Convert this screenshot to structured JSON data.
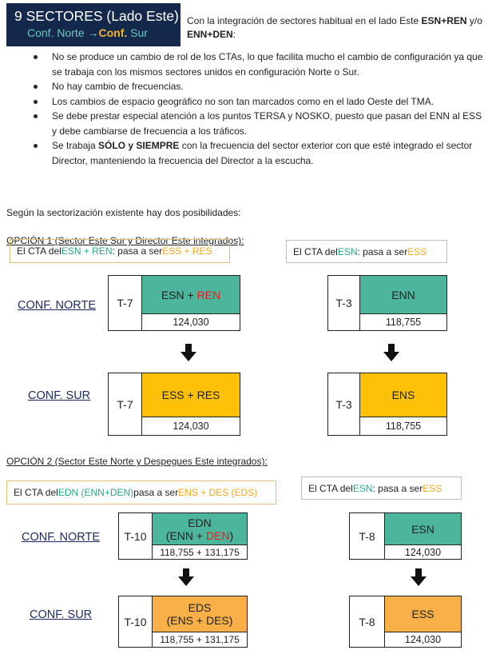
{
  "header": {
    "title": "9 SECTORES (Lado Este)",
    "subtitle_pre": "Conf. Norte →",
    "subtitle_hl": "Conf.",
    "subtitle_post": " Sur",
    "intro_pre": "Con la integración de sectores habitual en el lado Este ",
    "intro_b1": "ESN+REN",
    "intro_mid": " y/o ",
    "intro_b2": "ENN+DEN",
    "intro_post": ":"
  },
  "bullets": [
    "No se produce un cambio de rol de los CTAs, lo que facilita mucho el cambio de configuración ya que se trabaja con los mismos sectores unidos en configuración Norte o Sur.",
    "No hay cambio de frecuencias.",
    "Los cambios de espacio geográfico no son tan marcados como en el lado Oeste del TMA.",
    "Se debe prestar especial atención a los puntos TERSA y NOSKO, puesto que pasan del ENN al ESS y debe cambiarse de frecuencia a los tráficos."
  ],
  "bullet5": {
    "pre": "Se trabaja ",
    "b1": "SÓLO y SIEMPRE",
    "post": " con la frecuencia del sector exterior con que esté integrado el sector Director, manteniendo la frecuencia del Director a la escucha."
  },
  "possibilities": "Según la sectorización existente hay dos posibilidades:",
  "option1": {
    "title": "OPCIÓN 1 (Sector Este Sur y Director Este integrados):",
    "note_left": {
      "pre": "El CTA del ",
      "a": "ESN + REN",
      "mid": ": pasa a ser ",
      "b": "ESS + RES"
    },
    "note_right": {
      "pre": "El CTA del ",
      "a": "ESN",
      "mid": " : pasa a ser ",
      "b": "ESS"
    },
    "conf_north": "CONF. NORTE",
    "conf_south": "CONF. SUR",
    "left_north": {
      "tag": "T-7",
      "name_a": "ESN + ",
      "name_b": "REN",
      "freq": "124,030",
      "color": "#4db59c"
    },
    "right_north": {
      "tag": "T-3",
      "name": "ENN",
      "freq": "118,755",
      "color": "#4db59c"
    },
    "left_south": {
      "tag": "T-7",
      "name": "ESS + RES",
      "freq": "124,030",
      "color": "#ffc107"
    },
    "right_south": {
      "tag": "T-3",
      "name": "ENS",
      "freq": "118,755",
      "color": "#ffc107"
    }
  },
  "option2": {
    "title": "OPCIÓN 2 (Sector Este Norte y Despegues Este integrados):",
    "note_left": {
      "pre": "El CTA del ",
      "a": "EDN (ENN+DEN)",
      "mid": " pasa a ser ",
      "b": "ENS + DES (EDS)"
    },
    "note_right": {
      "pre": "El CTA del ",
      "a": "ESN",
      "mid": " : pasa a ser ",
      "b": "ESS"
    },
    "conf_north": "CONF. NORTE",
    "conf_south": "CONF. SUR",
    "left_north": {
      "tag": "T-10",
      "name_l1": "EDN",
      "name_a": "(ENN + ",
      "name_b": "DEN",
      "name_c": ")",
      "freq": "118,755 + 131,175",
      "color": "#4db59c"
    },
    "right_north": {
      "tag": "T-8",
      "name": "ESN",
      "freq": "124,030",
      "color": "#4db59c"
    },
    "left_south": {
      "tag": "T-10",
      "name_l1": "EDS",
      "name_l2": "(ENS + DES)",
      "freq": "118,755 + 131,175",
      "color": "#f9b048"
    },
    "right_south": {
      "tag": "T-8",
      "name": "ESS",
      "freq": "124,030",
      "color": "#f9b048"
    }
  },
  "icons": {
    "arrow": "arrow-down-icon"
  }
}
